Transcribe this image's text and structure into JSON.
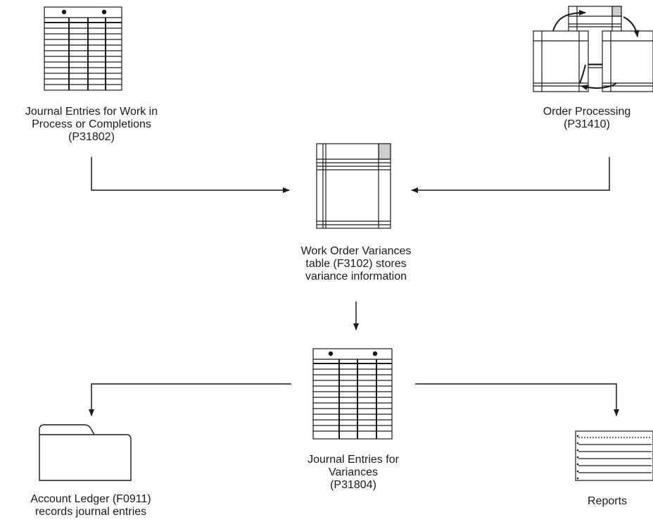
{
  "nodes": {
    "wip_journal": {
      "icon": "ledger-sheet-icon",
      "lines": [
        "Journal Entries for Work in",
        "Process or Completions",
        "(P31802)"
      ]
    },
    "order_processing": {
      "icon": "cycle-forms-icon",
      "lines": [
        "Order Processing",
        "(P31410)"
      ]
    },
    "variances_table": {
      "icon": "table-icon",
      "lines": [
        "Work Order Variances",
        "table (F3102) stores",
        "variance information"
      ]
    },
    "variance_journal": {
      "icon": "ledger-sheet-icon",
      "lines": [
        "Journal Entries for",
        "Variances",
        "(P31804)"
      ]
    },
    "account_ledger": {
      "icon": "folder-icon",
      "lines": [
        "Account Ledger (F0911)",
        "records journal entries"
      ]
    },
    "reports": {
      "icon": "report-icon",
      "lines": [
        "Reports"
      ]
    }
  },
  "colors": {
    "stroke": "#1a1a1a",
    "shade": "#cccccc",
    "fill": "#ffffff"
  }
}
